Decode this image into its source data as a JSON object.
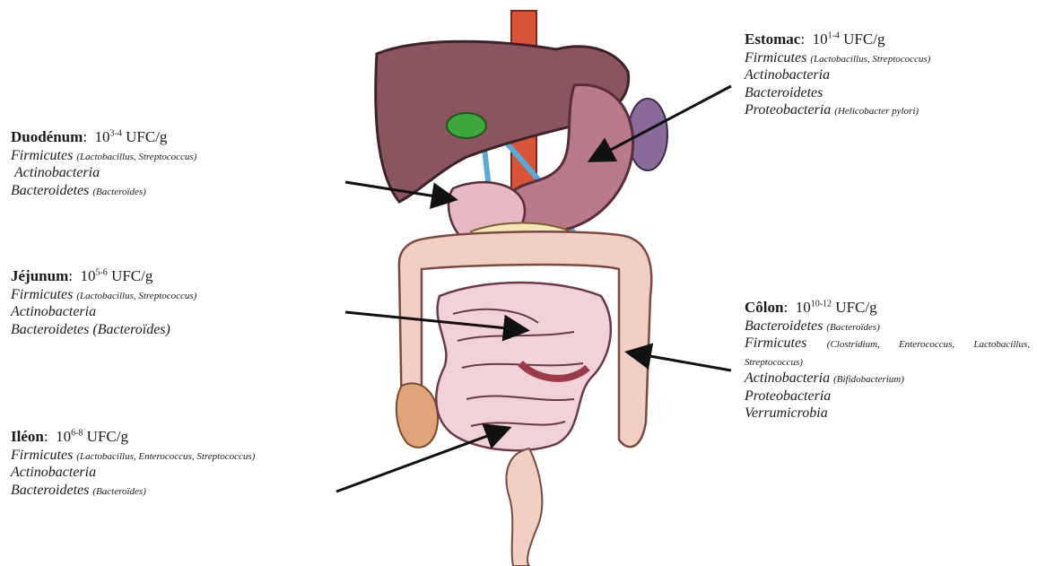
{
  "duodenum": {
    "name": "Duodénum",
    "count_base": "10",
    "count_exp": "3-4",
    "unit": "UFC/g",
    "lines": [
      {
        "phylum": "Firmicutes",
        "genera": "(Lactobacillus, Streptococcus)"
      },
      {
        "phylum": "Actinobacteria",
        "genera": ""
      },
      {
        "phylum": "Bacteroidetes",
        "genera": "(Bacteroïdes)"
      }
    ]
  },
  "jejunum": {
    "name": "Jéjunum",
    "count_base": "10",
    "count_exp": "5-6",
    "unit": "UFC/g",
    "lines": [
      {
        "phylum": "Firmicutes",
        "genera": "(Lactobacillus, Streptococcus)"
      },
      {
        "phylum": "Actinobacteria",
        "genera": ""
      },
      {
        "phylum": "Bacteroidetes",
        "genera": "(Bacteroïdes)"
      }
    ]
  },
  "ileon": {
    "name": "Iléon",
    "count_base": "10",
    "count_exp": "6-8",
    "unit": "UFC/g",
    "lines": [
      {
        "phylum": "Firmicutes",
        "genera": "(Lactobacillus, Enterococcus, Streptococcus)"
      },
      {
        "phylum": "Actinobacteria",
        "genera": ""
      },
      {
        "phylum": "Bacteroidetes",
        "genera": "(Bacteroïdes)"
      }
    ]
  },
  "estomac": {
    "name": "Estomac",
    "count_base": "10",
    "count_exp": "1-4",
    "unit": "UFC/g",
    "lines": [
      {
        "phylum": "Firmicutes",
        "genera": "(Lactobacillus, Streptococcus)"
      },
      {
        "phylum": "Actinobacteria",
        "genera": ""
      },
      {
        "phylum": "Bacteroidetes",
        "genera": ""
      },
      {
        "phylum": "Proteobacteria",
        "genera": "(Helicobacter pylori)"
      }
    ]
  },
  "colon": {
    "name": "Côlon",
    "count_base": "10",
    "count_exp": "10-12",
    "unit": "UFC/g",
    "lines": [
      {
        "phylum": "Bacteroidetes",
        "genera": "(Bacteroïdes)"
      },
      {
        "phylum": "Firmicutes",
        "genera": "(Clostridium, Enterococcus, Lactobacillus, Streptococcus)"
      },
      {
        "phylum": "Actinobacteria",
        "genera": "(Bifidobacterium)"
      },
      {
        "phylum": "Proteobacteria",
        "genera": ""
      },
      {
        "phylum": "Verrumicrobia",
        "genera": ""
      }
    ]
  },
  "colors": {
    "liver": "#8b5560",
    "esophagus": "#d9553a",
    "stomach": "#b97a8a",
    "intestine": "#f0d2d8",
    "colon": "#f2cfc4",
    "gallbladder": "#3fa83a",
    "arrow": "#111111"
  }
}
